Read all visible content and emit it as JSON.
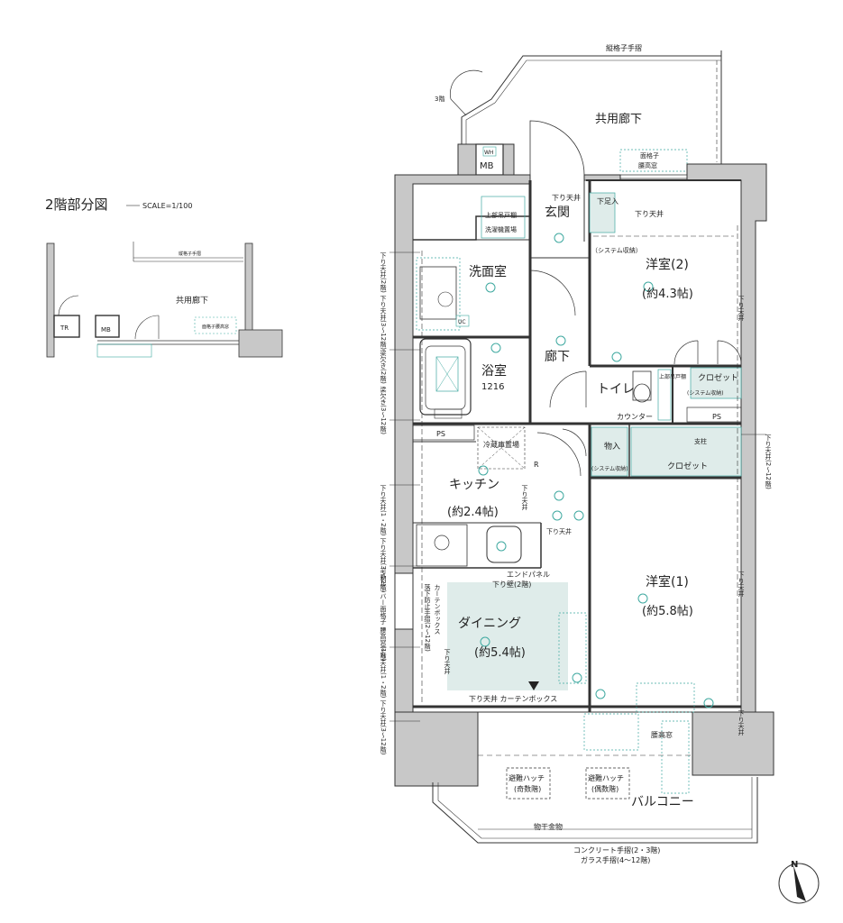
{
  "inset": {
    "title": "2階部分図",
    "scale": "SCALE=1/100",
    "railing": "縦格子手摺",
    "corridor": "共用廊下",
    "tr": "TR",
    "mb": "MB",
    "window": "面格子腰高窓"
  },
  "rooms": {
    "common_corridor": "共用廊下",
    "top_railing": "縦格子手摺",
    "mb": "MB",
    "wh_small": "WH",
    "lattice_window": "面格子\n腰高窓",
    "floor3": "3階",
    "entrance": "玄関",
    "entrance_ceiling": "下り天井",
    "shoe_box": "下足入",
    "lower_ceiling_top": "下り天井",
    "system_storage_top": "（システム収納）",
    "washroom": "洗面室",
    "upper_cabinet": "上部吊戸棚",
    "washer": "洗濯機置場",
    "uc": "UC",
    "western2": "洋室(2)",
    "western2_size": "(約4.3帖)",
    "hallway": "廊下",
    "bathroom": "浴室",
    "bath_size": "1216",
    "toilet": "トイレ",
    "counter": "カウンター",
    "toilet_cabinet": "上部吊戸棚",
    "closet_top": "クロゼット",
    "closet_top_sub": "(システム収納)",
    "ps1": "PS",
    "ps2": "PS",
    "pillar": "支柱",
    "storage": "物入",
    "storage_sub": "(システム収納)",
    "closet_mid": "クロゼット",
    "fridge": "冷蔵庫置場",
    "kitchen": "キッチン",
    "kitchen_size": "(約2.4帖)",
    "r_mark": "R",
    "end_panel": "エンドパネル",
    "lower_wall": "下り壁(2階)",
    "lower_ceiling_mid": "下り天井\n(3〜12階)",
    "dining": "ダイニング",
    "dining_size": "(約5.4帖)",
    "curtain_box": "下り天井 カーテンボックス",
    "western1": "洋室(1)",
    "western1_size": "(約5.8帖)",
    "waist_window": "腰高窓",
    "hatch_odd": "避難ハッチ\n(奇数階)",
    "hatch_even": "避難ハッチ\n(偶数階)",
    "balcony": "バルコニー",
    "drying_hardware": "物干金物",
    "concrete_railing": "コンクリート手摺(2・3階)",
    "glass_railing": "ガラス手摺(4〜12階)",
    "north": "N"
  },
  "side_notes": {
    "left1": "下り天井(2階) 下り天井(3〜12階)",
    "left2": "梁欠き(2階) 梁欠き(3〜12階)",
    "left3": "下り天井(1・2階) 下り天井(3〜12階)",
    "left4": "可動ルーバー面格子 腰高窓(1階)",
    "left5": "下り天井(1・2階) 下り天井(3〜12階)",
    "right1": "下り天井(2〜12階)",
    "right_ceiling1": "下り天井",
    "right_ceiling2": "下り天井",
    "right_ceiling3": "下り天井",
    "kitchen_ceiling": "下り天井",
    "dining_ceiling": "下り天井",
    "fall_rail": "落下防止手摺(2〜12階)",
    "curtain_box_v": "カーテンボックス"
  },
  "colors": {
    "wall": "#c8c8c8",
    "dining_fill": "#dfecea",
    "cyan": "#3fa9a0",
    "line": "#333333"
  }
}
